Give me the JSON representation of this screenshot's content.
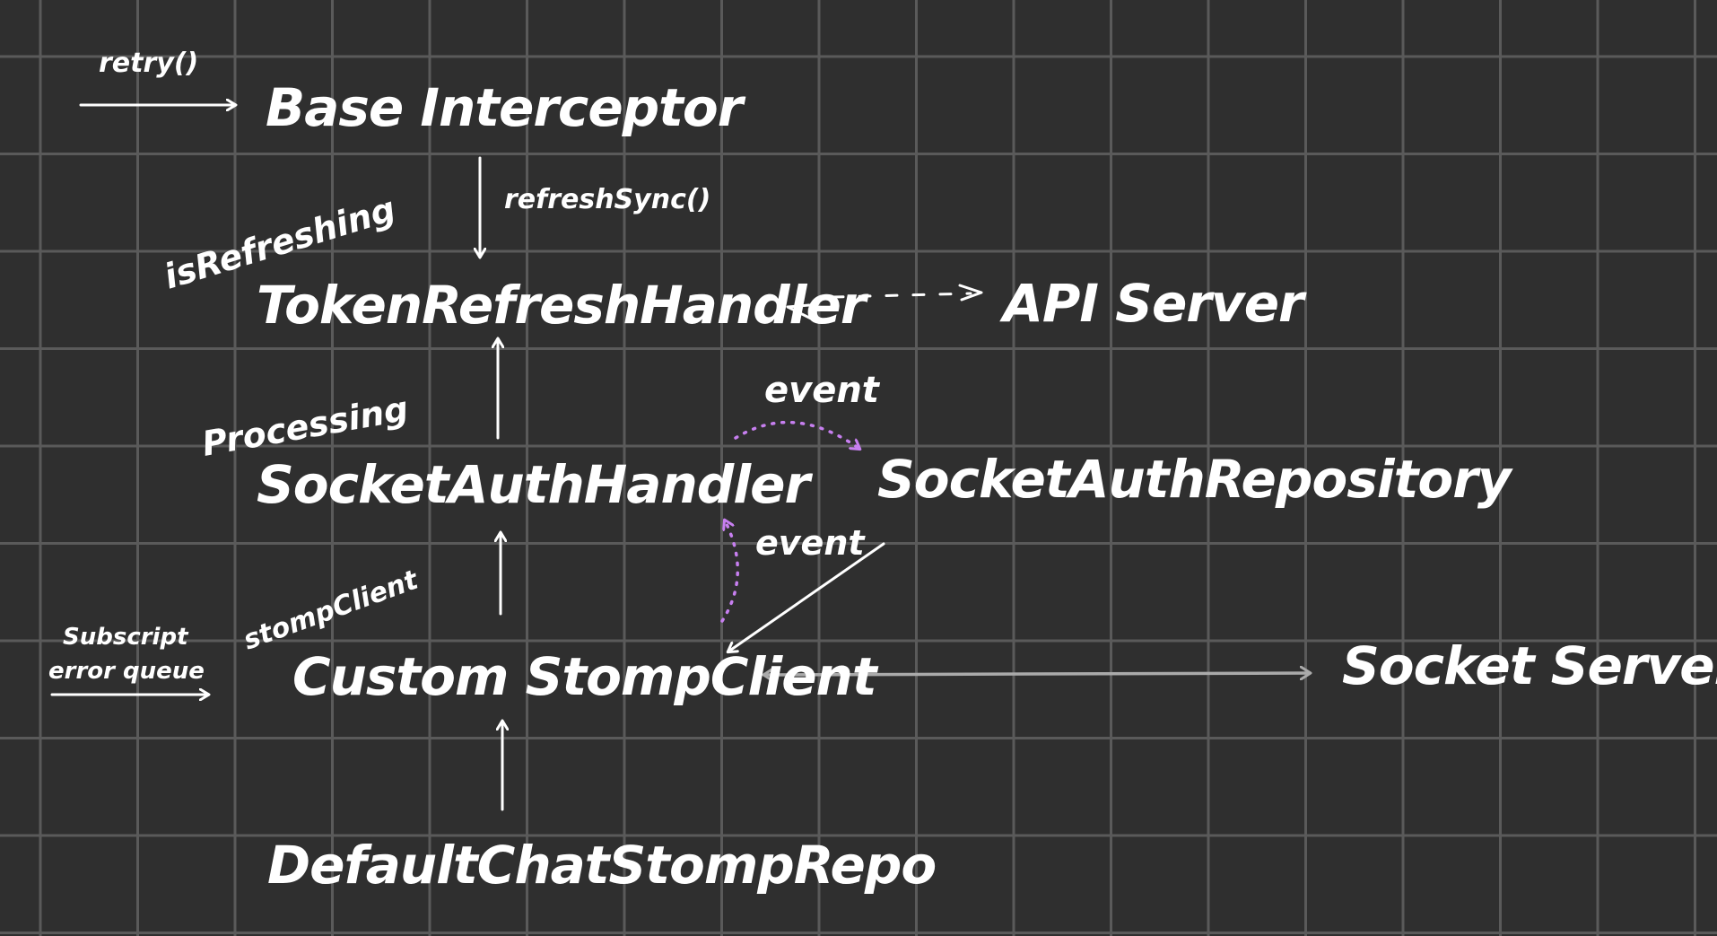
{
  "colors": {
    "background": "#2f2f2f",
    "grid": "#5a5a5a",
    "text": "#ffffff",
    "state_red": "#e8474c",
    "state_blue": "#4a8fd8",
    "event_purple": "#c77ff0",
    "socket_arrow": "#aaaaaa"
  },
  "nodes": {
    "base_interceptor": "Base Interceptor",
    "token_refresh_handler": "TokenRefreshHandler",
    "api_server": "API Server",
    "socket_auth_handler": "SocketAuthHandler",
    "socket_auth_repository": "SocketAuthRepository",
    "custom_stomp_client": "Custom StompClient",
    "socket_server": "Socket Server",
    "default_chat_stomp_repo": "DefaultChatStompRepo"
  },
  "edge_labels": {
    "retry": "retry()",
    "refresh_sync": "refreshSync()",
    "event_top": "event",
    "event_bottom": "event",
    "subscript_line1": "Subscript",
    "subscript_line2": "error queue"
  },
  "state_labels": {
    "is_refreshing": "isRefreshing",
    "processing": "Processing",
    "stomp_client": "stompClient"
  }
}
